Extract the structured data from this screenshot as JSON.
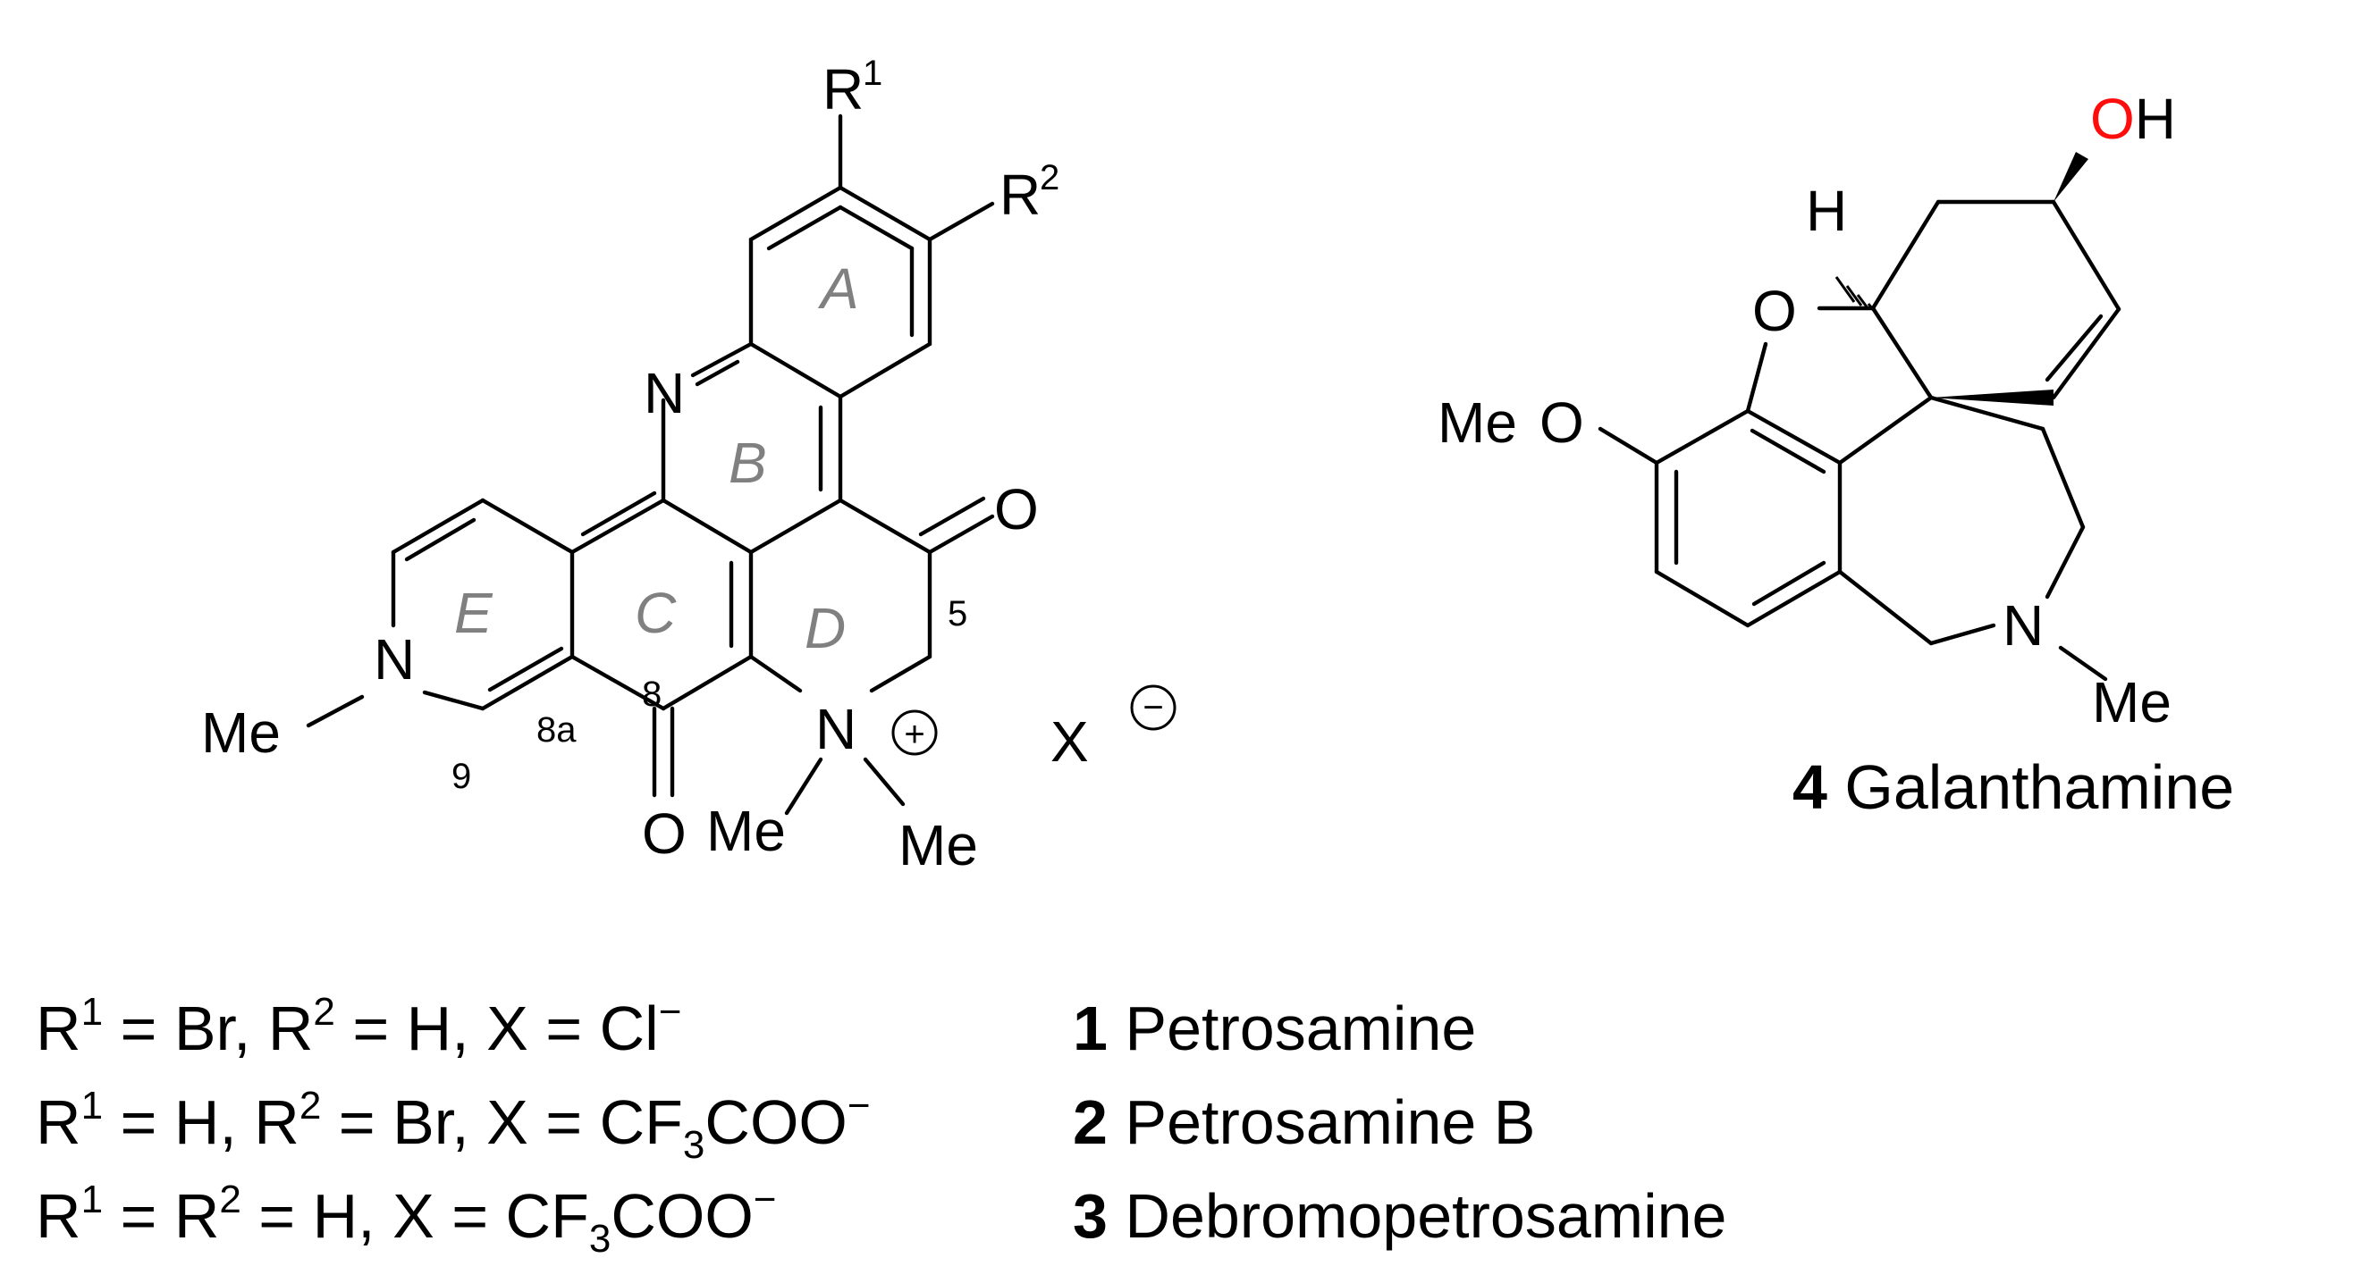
{
  "colors": {
    "bond": "#000000",
    "nitrogen": "#1a1aff",
    "oxygen": "#ff0d0d",
    "ring_label": "#808080"
  },
  "petrosamine": {
    "atoms": {
      "R1": "R",
      "R1_sup": "1",
      "R2": "R",
      "R2_sup": "2",
      "N_pyridine": "N",
      "N_dihydropyridine": "N",
      "N_ammonium": "N",
      "O_ketone_5": "O",
      "O_ketone_8": "O",
      "Me_N_pyr": "Me",
      "Me_N_amm_1": "Me",
      "Me_N_amm_2": "Me",
      "charge_plus": "+",
      "counterion": "X",
      "charge_minus": "−"
    },
    "ring_labels": [
      "A",
      "B",
      "C",
      "D",
      "E"
    ],
    "locants": [
      "5",
      "8",
      "8a",
      "9"
    ]
  },
  "galanthamine": {
    "atoms": {
      "OH": "OH",
      "H": "H",
      "O_ring": "O",
      "MeO_me": "Me",
      "MeO_o": "O",
      "N": "N",
      "Me_N": "Me"
    },
    "compound_number": "4",
    "name": "Galanthamine"
  },
  "legend": [
    {
      "r1": "R",
      "r1_sup": "1",
      "eq1": " = Br, R",
      "r2_sup": "2",
      "rest": " = H, X = Cl",
      "rest_sup": "−",
      "num": "1",
      "name": " Petrosamine"
    },
    {
      "r1": "R",
      "r1_sup": "1",
      "eq1": " = H, R",
      "r2_sup": "2",
      "rest": " = Br, X = CF",
      "sub": "3",
      "rest2": "COO",
      "rest_sup": "−",
      "num": "2",
      "name": " Petrosamine B"
    },
    {
      "r1": "R",
      "r1_sup": "1",
      "eq1": " = R",
      "r2_sup": "2",
      "rest": " = H, X = CF",
      "sub": "3",
      "rest2": "COO",
      "rest_sup": "−",
      "num": "3",
      "name": " Debromopetrosamine"
    }
  ]
}
